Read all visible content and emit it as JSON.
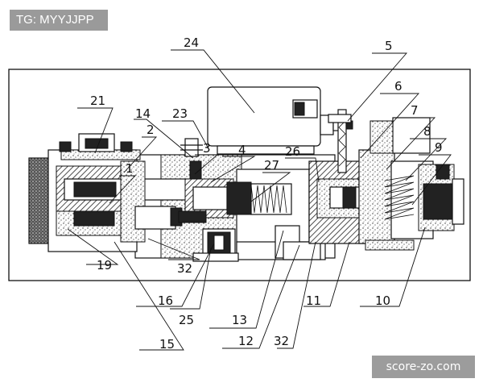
{
  "tag_text": "TG: MYYJJPP",
  "watermark_text": "score-zo.com",
  "callouts": {
    "n1": "1",
    "n2": "2",
    "n3": "3",
    "n4": "4",
    "n5": "5",
    "n6": "6",
    "n7": "7",
    "n8": "8",
    "n9": "9",
    "n10": "10",
    "n11": "11",
    "n12": "12",
    "n13": "13",
    "n14": "14",
    "n15": "15",
    "n16": "16",
    "n19": "19",
    "n21": "21",
    "n23": "23",
    "n24": "24",
    "n25": "25",
    "n26": "26",
    "n27": "27",
    "n32a": "32",
    "n32b": "32"
  },
  "colors": {
    "ink": "#111111",
    "fill_dark": "#222222",
    "tag_bg": "#9a9a9a"
  }
}
